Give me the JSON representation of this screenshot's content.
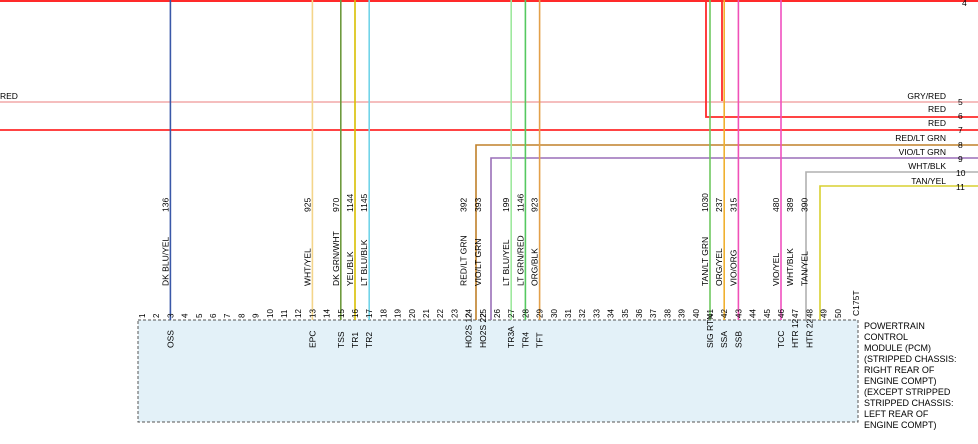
{
  "colors": {
    "red": "#ff2a2a",
    "gry_red": "#f2a9a9",
    "dk_blu_yel": "#3a58a8",
    "wht_yel": "#f4d58a",
    "dk_grn_wht": "#6e9a3e",
    "yel_blk": "#d8c000",
    "lt_blu_blk": "#72d4e8",
    "red_lt_grn": "#c0802a",
    "vio_lt_grn": "#9a6fb8",
    "lt_blu_yel": "#9ee89e",
    "lt_grn_red": "#55c860",
    "org_blk": "#e3a04a",
    "tan_lt_grn": "#70c860",
    "org_yel": "#f0b030",
    "vio_org": "#f050b8",
    "vio_yel": "#f050c0",
    "wht_blk": "#b0b0b0",
    "tan_yel": "#d8d030",
    "module_fill": "#e3f1f8"
  },
  "top_right_label": "4",
  "right_wires": [
    {
      "label": "GRY/RED",
      "number": "5"
    },
    {
      "label": "RED",
      "number": "6"
    },
    {
      "label": "RED",
      "number": "7"
    },
    {
      "label": "RED/LT GRN",
      "number": "8"
    },
    {
      "label": "VIO/LT GRN",
      "number": "9"
    },
    {
      "label": "WHT/BLK",
      "number": "10"
    },
    {
      "label": "TAN/YEL",
      "number": "11"
    }
  ],
  "left_wire_label": "RED",
  "pins": [
    "1",
    "2",
    "3",
    "4",
    "5",
    "6",
    "7",
    "8",
    "9",
    "10",
    "11",
    "12",
    "13",
    "14",
    "15",
    "16",
    "17",
    "18",
    "19",
    "20",
    "21",
    "22",
    "23",
    "24",
    "25",
    "26",
    "27",
    "28",
    "29",
    "30",
    "31",
    "32",
    "33",
    "34",
    "35",
    "36",
    "37",
    "38",
    "39",
    "40",
    "41",
    "42",
    "43",
    "44",
    "45",
    "46",
    "47",
    "48",
    "49",
    "50"
  ],
  "connector_id": "C175T",
  "circuits": [
    {
      "pin": "3",
      "number": "136",
      "color": "DK BLU/YEL",
      "signal": "OSS"
    },
    {
      "pin": "13",
      "number": "925",
      "color": "WHT/YEL",
      "signal": "EPC"
    },
    {
      "pin": "15",
      "number": "970",
      "color": "DK GRN/WHT",
      "signal": "TSS"
    },
    {
      "pin": "16",
      "number": "1144",
      "color": "YEL/BLK",
      "signal": "TR1"
    },
    {
      "pin": "17",
      "number": "1145",
      "color": "LT BLU/BLK",
      "signal": "TR2"
    },
    {
      "pin": "24",
      "number": "392",
      "color": "RED/LT GRN",
      "signal": "HO2S 12"
    },
    {
      "pin": "25",
      "number": "393",
      "color": "VIO/LT GRN",
      "signal": "HO2S 22"
    },
    {
      "pin": "27",
      "number": "199",
      "color": "LT BLU/YEL",
      "signal": "TR3A"
    },
    {
      "pin": "28",
      "number": "1146",
      "color": "LT GRN/RED",
      "signal": "TR4"
    },
    {
      "pin": "29",
      "number": "923",
      "color": "ORG/BLK",
      "signal": "TFT"
    },
    {
      "pin": "41",
      "number": "1030",
      "color": "TAN/LT GRN",
      "signal": "SIG RTN"
    },
    {
      "pin": "42",
      "number": "237",
      "color": "ORG/YEL",
      "signal": "SSA"
    },
    {
      "pin": "43",
      "number": "315",
      "color": "VIO/ORG",
      "signal": "SSB"
    },
    {
      "pin": "46",
      "number": "480",
      "color": "VIO/YEL",
      "signal": "TCC"
    },
    {
      "pin": "47",
      "number": "389",
      "color": "WHT/BLK",
      "signal": "HTR 12"
    },
    {
      "pin": "48",
      "number": "390",
      "color": "TAN/YEL",
      "signal": "HTR 22"
    }
  ],
  "module_label": [
    "POWERTRAIN",
    "CONTROL",
    "MODULE (PCM)",
    "(STRIPPED CHASSIS:",
    "RIGHT REAR OF",
    "ENGINE COMPT)",
    "(EXCEPT STRIPPED",
    "STRIPPED CHASSIS:",
    "LEFT REAR OF",
    "ENGINE COMPT)"
  ]
}
